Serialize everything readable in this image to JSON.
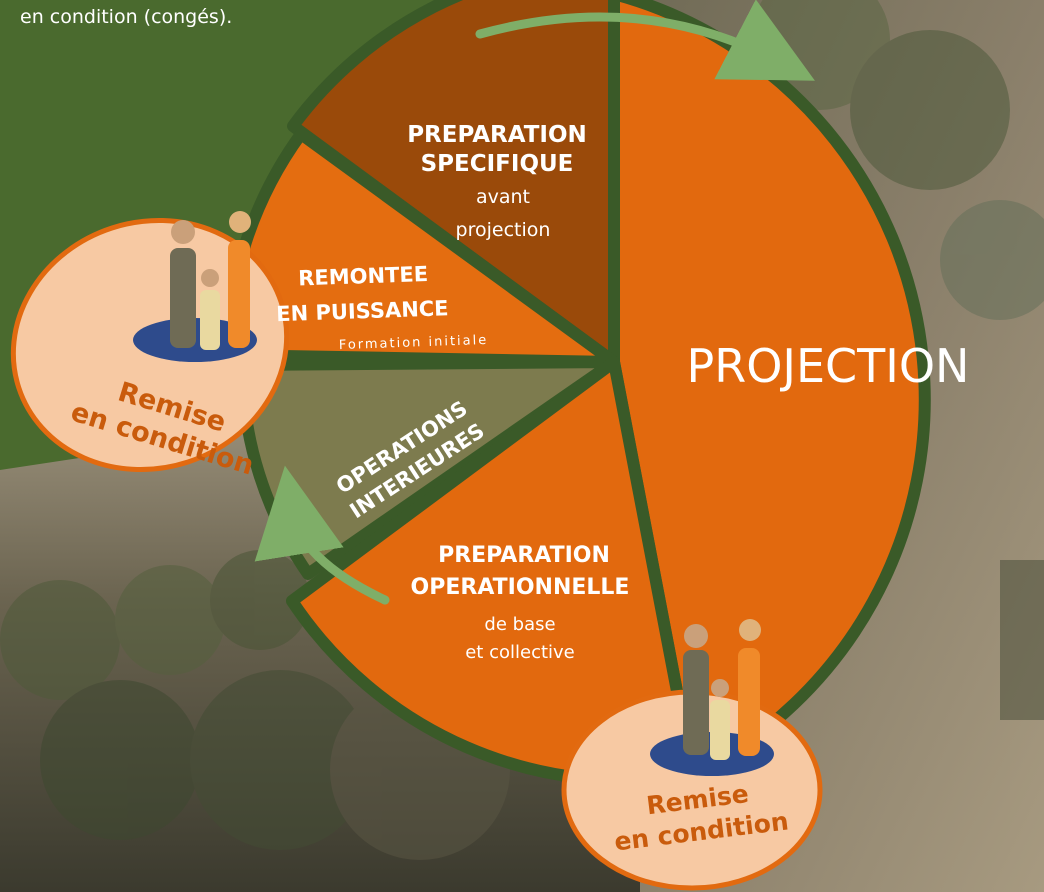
{
  "intro_text_fragment": "en condition (congés).",
  "colors": {
    "green_bg": "#4a6a2e",
    "projection": "#e2690e",
    "preparation_specifique": "#9a4a0a",
    "remontee": "#e46d10",
    "operations_interieures": "#7d7b4e",
    "preparation_operationnelle": "#e2690e",
    "separator": "#3a5a28",
    "remise_circle": "#f7c9a3",
    "remise_border": "#e26a10",
    "remise_text": "#c95b0c"
  },
  "segments": {
    "projection": {
      "title": "PROJECTION"
    },
    "preparation_specifique": {
      "title_line1": "PREPARATION",
      "title_line2": "SPECIFIQUE",
      "sub_line1": "avant",
      "sub_line2": "projection"
    },
    "remontee": {
      "title_line1": "REMONTEE",
      "title_line2": "EN PUISSANCE",
      "sub": "Formation initiale"
    },
    "operations_interieures": {
      "title_line1": "OPERATIONS",
      "title_line2": "INTERIEURES"
    },
    "preparation_operationnelle": {
      "title_line1": "PREPARATION",
      "title_line2": "OPERATIONNELLE",
      "sub_line1": "de base",
      "sub_line2": "et collective"
    }
  },
  "remise_left": {
    "line1": "Remise",
    "line2": "en condition"
  },
  "remise_bottom": {
    "line1": "Remise",
    "line2": "en condition"
  }
}
